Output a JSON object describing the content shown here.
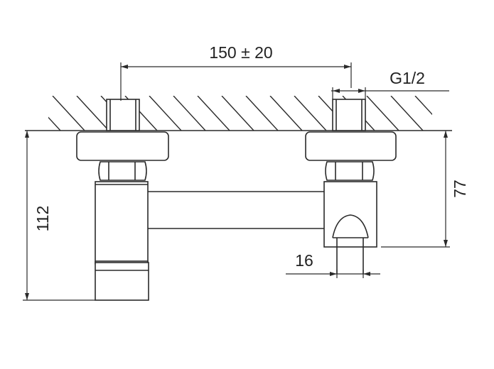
{
  "dimensions": {
    "pipe_spacing": "150 ± 20",
    "thread": "G1/2",
    "total_height": "112",
    "projection": "77",
    "outlet_diameter": "16"
  },
  "colors": {
    "line": "#2a2a2a",
    "background": "#ffffff"
  }
}
